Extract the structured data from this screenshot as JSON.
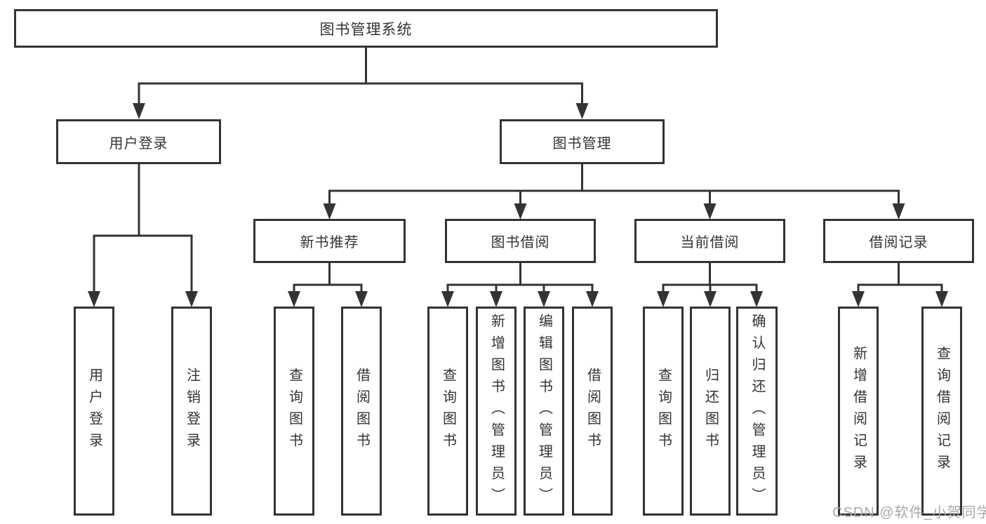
{
  "diagram": {
    "root": "图书管理系统",
    "login": {
      "label": "用户登录",
      "children": [
        {
          "label": "用户登录"
        },
        {
          "label": "注销登录"
        }
      ]
    },
    "management": {
      "label": "图书管理",
      "groups": [
        {
          "label": "新书推荐",
          "children": [
            {
              "label": "查询图书"
            },
            {
              "label": "借阅图书"
            }
          ]
        },
        {
          "label": "图书借阅",
          "children": [
            {
              "label": "查询图书"
            },
            {
              "label": "新增图书（管理员）"
            },
            {
              "label": "编辑图书（管理员）"
            },
            {
              "label": "借阅图书"
            }
          ]
        },
        {
          "label": "当前借阅",
          "children": [
            {
              "label": "查询图书"
            },
            {
              "label": "归还图书"
            },
            {
              "label": "确认归还（管理员）"
            }
          ]
        },
        {
          "label": "借阅记录",
          "children": [
            {
              "label": "新增借阅记录"
            },
            {
              "label": "查询借阅记录"
            }
          ]
        }
      ]
    }
  },
  "watermark": {
    "text": "CSDN @软件_小贺同学"
  },
  "colors": {
    "line": "#333333",
    "text": "#333333",
    "background": "#ffffff",
    "watermark": "#a9a9a9"
  }
}
